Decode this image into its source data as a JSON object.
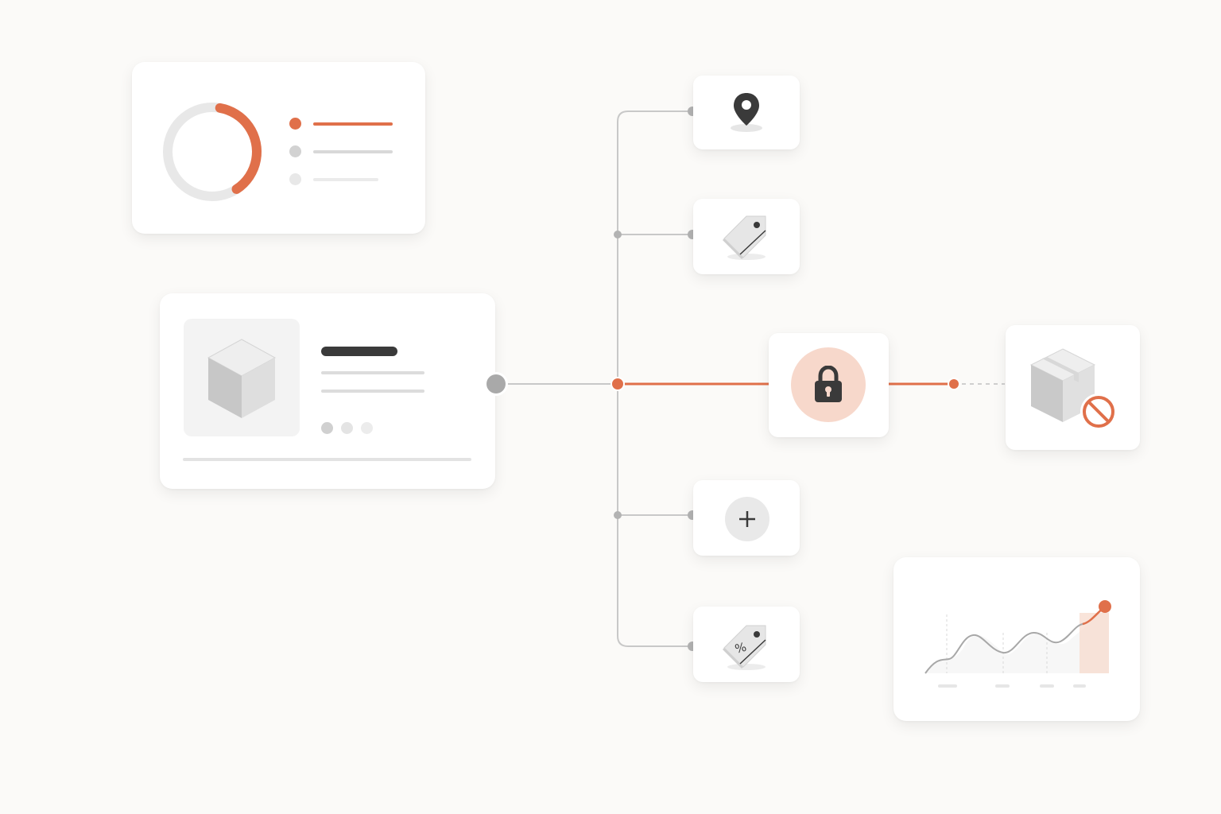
{
  "colors": {
    "background": "#fbfaf8",
    "card": "#ffffff",
    "accent": "#e0704a",
    "accent_soft": "#f7d8cb",
    "gray_line": "#c8c8c8",
    "gray_dot": "#a9a9a9",
    "dark": "#3a3a3a"
  },
  "summary_card": {
    "donut_progress": 0.38,
    "legend_rows": [
      {
        "state": "highlighted"
      },
      {
        "state": "muted"
      },
      {
        "state": "faint"
      }
    ]
  },
  "product_card": {
    "image_icon": "cube-icon",
    "pagination_dots": 3
  },
  "branches": [
    {
      "icon": "location-pin-icon"
    },
    {
      "icon": "price-tag-icon"
    },
    {
      "icon": "lock-icon",
      "state": "active"
    },
    {
      "icon": "plus-icon"
    },
    {
      "icon": "discount-tag-icon"
    }
  ],
  "blocked_node": {
    "icon": "package-icon",
    "badge_icon": "prohibited-icon"
  },
  "trend_chart": {
    "trend": "rising",
    "highlight_last_point": true
  }
}
